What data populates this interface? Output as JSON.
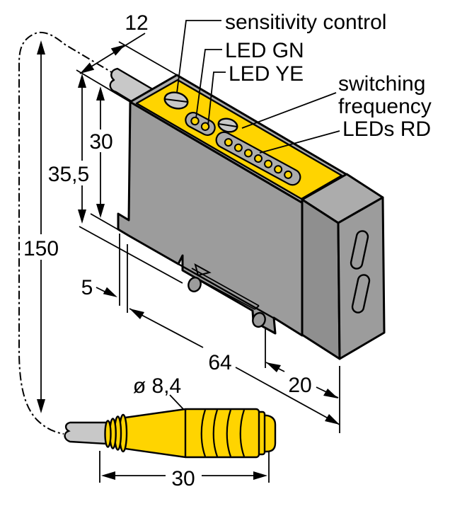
{
  "figure": {
    "type": "technical dimensional drawing",
    "subject": "fiber optic amplifier sensor, isometric view with quick-disconnect cable",
    "units": "mm"
  },
  "colors": {
    "accent_yellow": "#FFD400",
    "body_gray": "#9C9C9C",
    "top_gray": "#ACACAC",
    "end_front_gray": "#8F8F8F",
    "screw_gray": "#C8C8C8",
    "cable_gray": "#C8C8C8",
    "line_black": "#000000"
  },
  "callouts": {
    "sensitivity": "sensitivity control",
    "led_gn": "LED GN",
    "led_ye": "LED YE",
    "sw_freq_line1": "switching",
    "sw_freq_line2": "frequency",
    "leds_rd": "LEDs RD"
  },
  "dimensions": {
    "top_width": "12",
    "body_height": "30",
    "height_with_foot": "35,5",
    "overall_length": "150",
    "foot_offset": "5",
    "body_length": "64",
    "end_section": "20",
    "cable_diameter": "ø 8,4",
    "connector_length": "30"
  }
}
